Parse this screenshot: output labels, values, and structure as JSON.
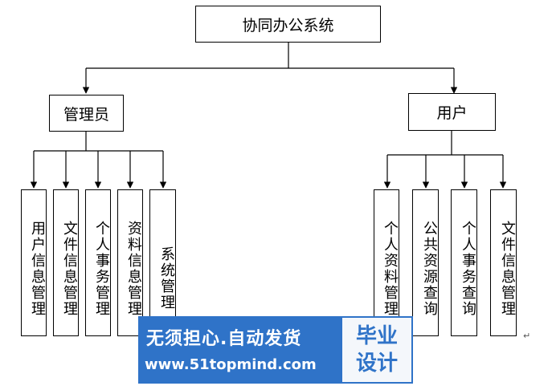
{
  "root": {
    "label": "协同办公系统"
  },
  "admin": {
    "label": "管理员",
    "children": [
      "用户信息管理",
      "文件信息管理",
      "个人事务管理",
      "资料信息管理",
      "系统管理"
    ]
  },
  "user": {
    "label": "用户",
    "children": [
      "个人资料管理",
      "公共资源查询",
      "个人事务查询",
      "文件信息管理"
    ]
  },
  "watermark": {
    "line1": "无须担心.自动发货",
    "line2": "www.51topmind.com",
    "badge_top": "毕业",
    "badge_bottom": "设计",
    "colors": {
      "brand": "#2f73c8"
    }
  },
  "paragraph_mark": "↵"
}
